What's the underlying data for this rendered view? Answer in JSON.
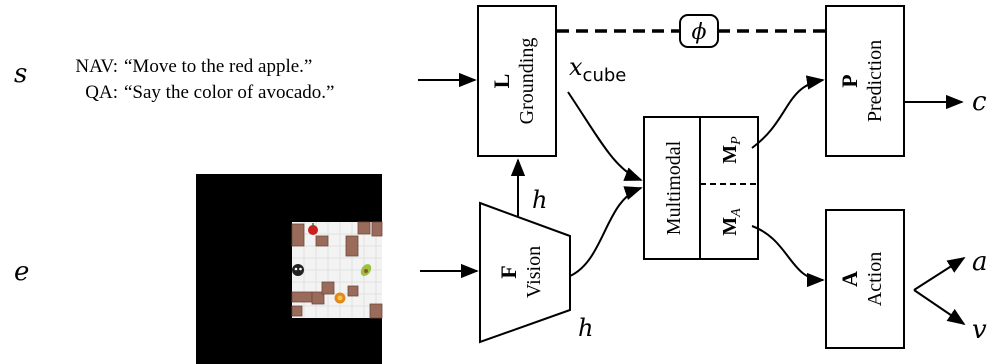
{
  "inputs": {
    "s_symbol": "s",
    "e_symbol": "e",
    "nav_label": "NAV:",
    "nav_text": "“Move to the red apple.”",
    "qa_label": "QA:",
    "qa_text": "“Say the color of avocado.”"
  },
  "modules": {
    "grounding": {
      "letter": "L",
      "name": "Grounding"
    },
    "vision": {
      "letter": "F",
      "name": "Vision"
    },
    "multimodal": {
      "name": "Multimodal",
      "mp": "M",
      "mp_sub": "P",
      "ma": "M",
      "ma_sub": "A"
    },
    "prediction": {
      "letter": "P",
      "name": "Prediction"
    },
    "action": {
      "letter": "A",
      "name": "Action"
    }
  },
  "symbols": {
    "x_cube": "x",
    "x_cube_sub": "cube",
    "h_top": "h",
    "h_bottom": "h",
    "phi": "ϕ",
    "c": "c",
    "a": "a",
    "v": "v"
  },
  "colors": {
    "stroke": "#000000",
    "environment_bg": "#000000",
    "grid_bg": "#f3f3f3",
    "wall": "#9a6a5a",
    "apple": "#cc1f1f",
    "avocado": "#9bc23c"
  },
  "icons": [
    "apple-icon",
    "avocado-icon",
    "agent-icon",
    "orange-icon"
  ]
}
